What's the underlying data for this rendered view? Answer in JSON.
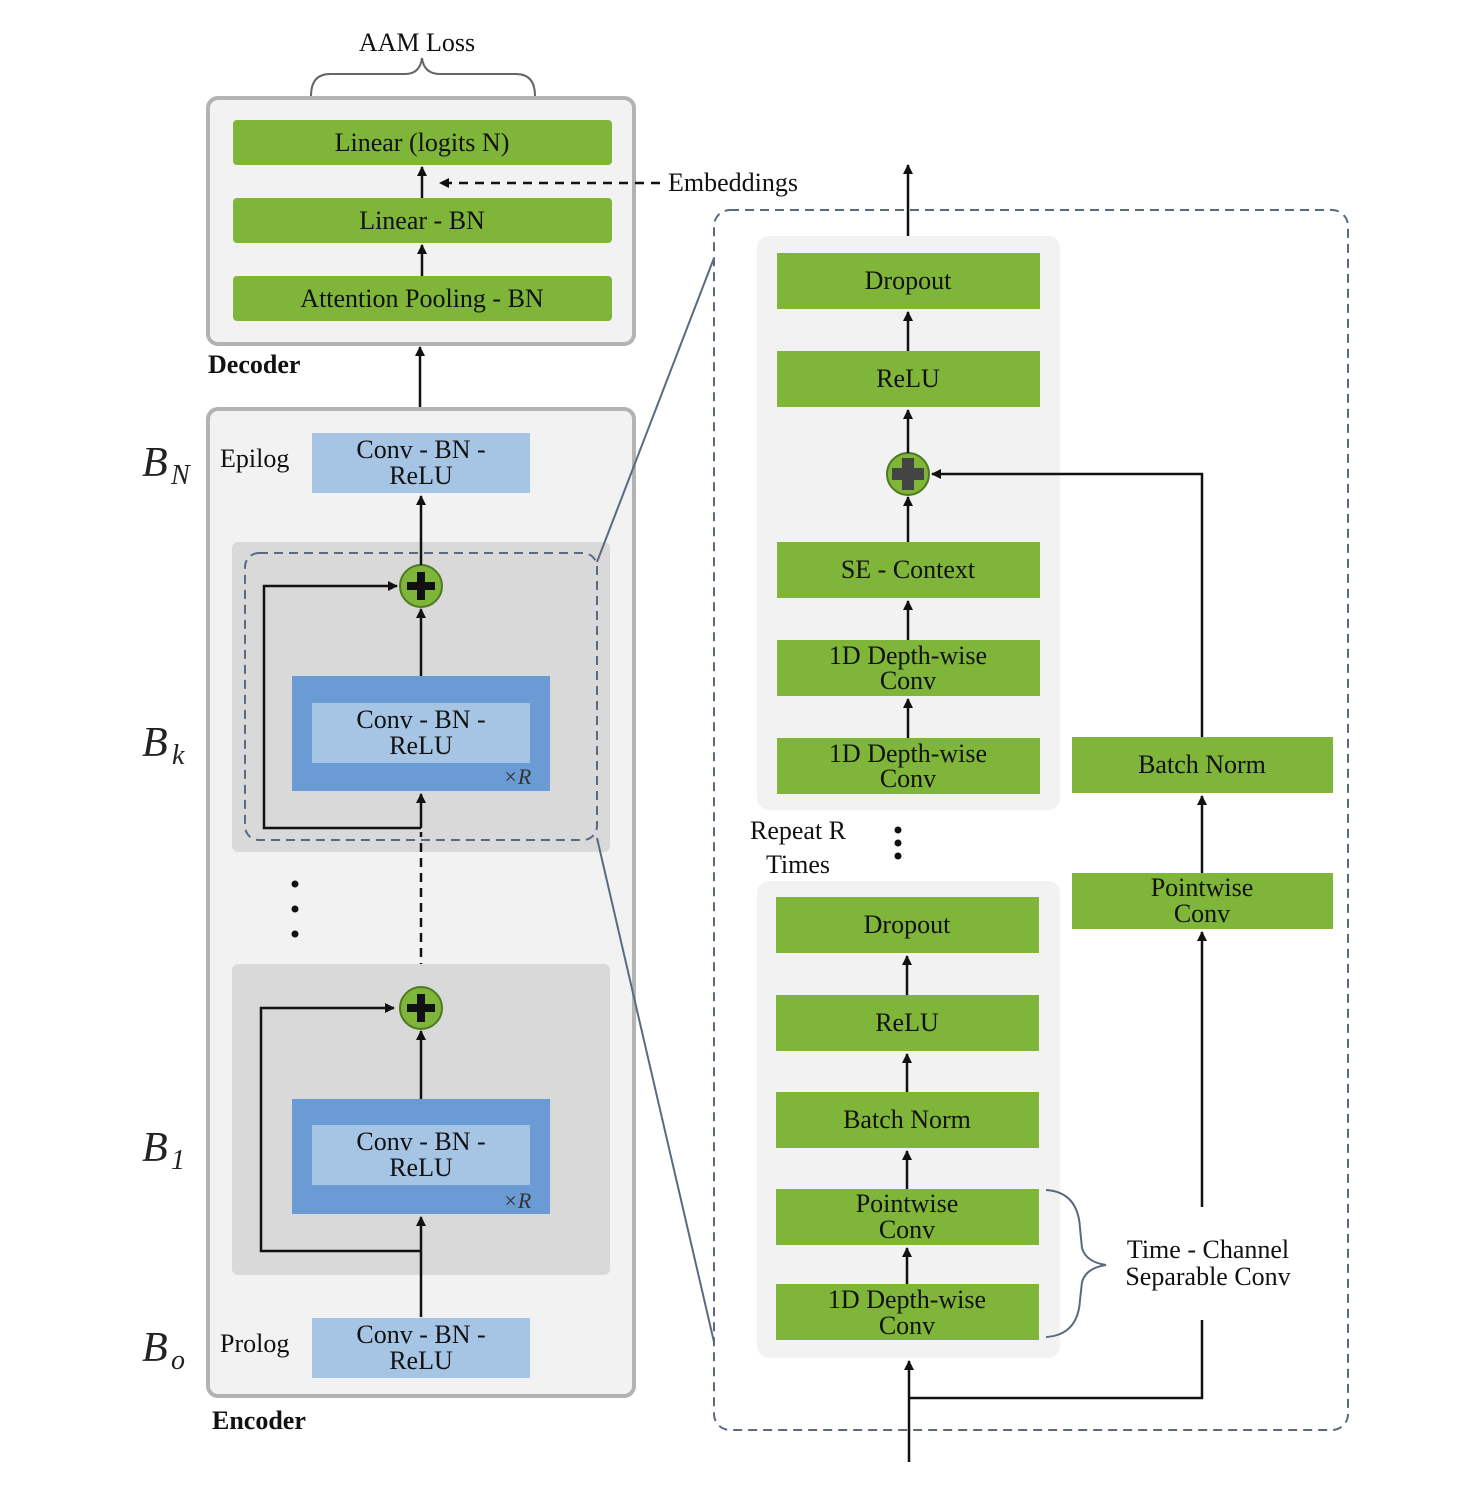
{
  "colors": {
    "green": "#7fb539",
    "light_blue": "#a6c4e4",
    "mid_blue": "#6b9bd4",
    "panel_bg": "#f2f2f2",
    "block_bg": "#d9d9d9",
    "dashed": "#5a6a80",
    "sum_icon": "plus-circle"
  },
  "top": {
    "loss_label": "AAM Loss",
    "embeddings_label": "Embeddings"
  },
  "decoder": {
    "title": "Decoder",
    "layers": [
      "Linear (logits N)",
      "Linear - BN",
      "Attention Pooling - BN"
    ]
  },
  "encoder": {
    "title": "Encoder",
    "epilog": {
      "symbol": "B",
      "subscript": "N",
      "label": "Epilog",
      "line1": "Conv - BN -",
      "line2": "ReLU"
    },
    "blocks": [
      {
        "symbol": "B",
        "subscript": "k",
        "line1": "Conv - BN -",
        "line2": "ReLU",
        "repeat": "×R"
      },
      {
        "symbol": "B",
        "subscript": "1",
        "line1": "Conv - BN -",
        "line2": "ReLU",
        "repeat": "×R"
      }
    ],
    "prolog": {
      "symbol": "B",
      "subscript": "o",
      "label": "Prolog",
      "line1": "Conv - BN -",
      "line2": "ReLU"
    }
  },
  "detail": {
    "upper_stack": [
      [
        "Dropout"
      ],
      [
        "ReLU"
      ],
      [
        "SE - Context"
      ],
      [
        "1D Depth-wise",
        "Conv"
      ],
      [
        "1D Depth-wise",
        "Conv"
      ]
    ],
    "repeat_line1": "Repeat R",
    "repeat_line2": "Times",
    "lower_stack": [
      [
        "Dropout"
      ],
      [
        "ReLU"
      ],
      [
        "Batch Norm"
      ],
      [
        "Pointwise",
        "Conv"
      ],
      [
        "1D Depth-wise",
        "Conv"
      ]
    ],
    "residual_branch": [
      [
        "Batch Norm"
      ],
      [
        "Pointwise",
        "Conv"
      ]
    ],
    "tcs_line1": "Time - Channel",
    "tcs_line2": "Separable Conv"
  }
}
